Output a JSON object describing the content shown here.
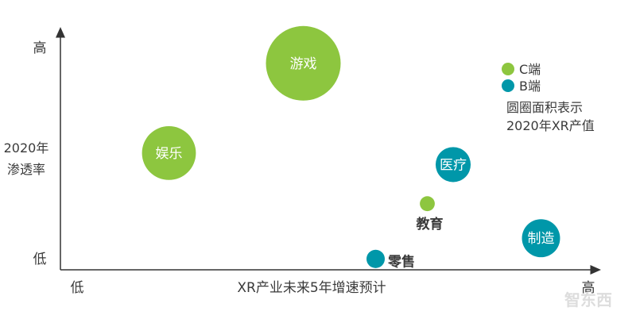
{
  "chart_data": {
    "type": "scatter",
    "title": "",
    "xlabel": "XR产业未来5年增速预计",
    "ylabel": "2020年渗透率",
    "ylabel_lines": [
      "2020年",
      "渗透率"
    ],
    "x_axis_labels": {
      "low": "低",
      "high": "高"
    },
    "y_axis_labels": {
      "low": "低",
      "high": "高"
    },
    "xlim": [
      0,
      10
    ],
    "ylim": [
      0,
      10
    ],
    "grid": false,
    "legend_position": "top-right",
    "legend_note": [
      "圆圈面积表示",
      "2020年XR产值"
    ],
    "series": [
      {
        "name": "C端",
        "color": "#8dc63f",
        "points": [
          {
            "label": "游戏",
            "x": 4.7,
            "y": 8.8,
            "size": 100
          },
          {
            "label": "娱乐",
            "x": 2.1,
            "y": 4.9,
            "size": 52
          },
          {
            "label": "教育",
            "x": 7.1,
            "y": 2.7,
            "size": 4
          }
        ]
      },
      {
        "name": "B端",
        "color": "#0097a9",
        "points": [
          {
            "label": "医疗",
            "x": 7.6,
            "y": 4.4,
            "size": 22
          },
          {
            "label": "制造",
            "x": 9.3,
            "y": 1.2,
            "size": 26
          },
          {
            "label": "零售",
            "x": 6.1,
            "y": 0.3,
            "size": 6
          }
        ]
      }
    ]
  },
  "watermark": "智东西"
}
